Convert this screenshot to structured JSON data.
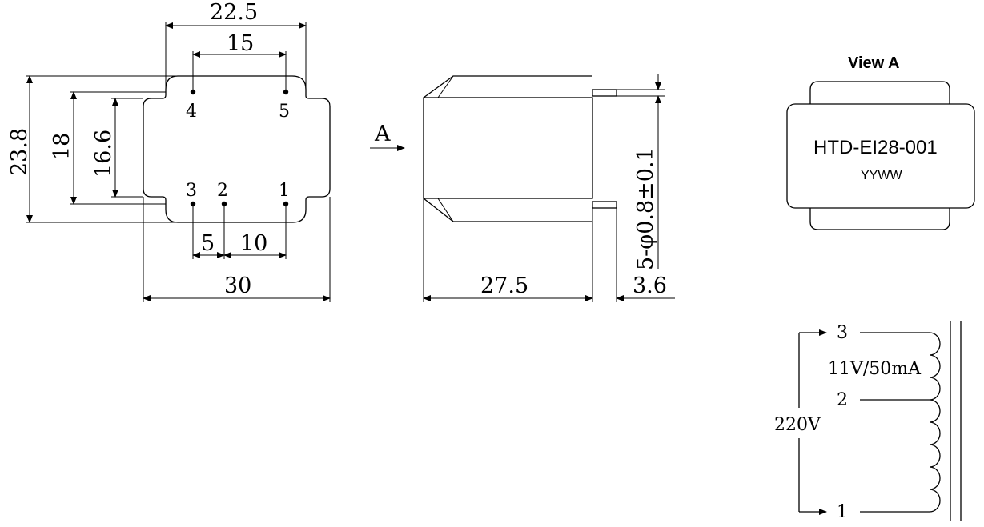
{
  "front_view": {
    "dim_width_top": "22.5",
    "dim_pin_span_top": "15",
    "dim_height_outer": "23.8",
    "dim_height_inner": "18",
    "dim_pin_row_spacing": "16.6",
    "dim_pin_spacing_a": "5",
    "dim_pin_spacing_b": "10",
    "dim_width_body": "30",
    "pin_labels": [
      "4",
      "5",
      "3",
      "2",
      "1"
    ]
  },
  "side_view": {
    "arrow_label": "A",
    "dim_body_length": "27.5",
    "dim_pin_length": "3.6",
    "dim_pin_diameter": "5-φ0.8±0.1"
  },
  "view_a": {
    "title": "View A",
    "part_number": "HTD-EI28-001",
    "date_code": "YYWW"
  },
  "schematic": {
    "pin_top": "3",
    "pin_mid": "2",
    "pin_bottom": "1",
    "secondary_rating": "11V/50mA",
    "primary_voltage": "220V"
  }
}
